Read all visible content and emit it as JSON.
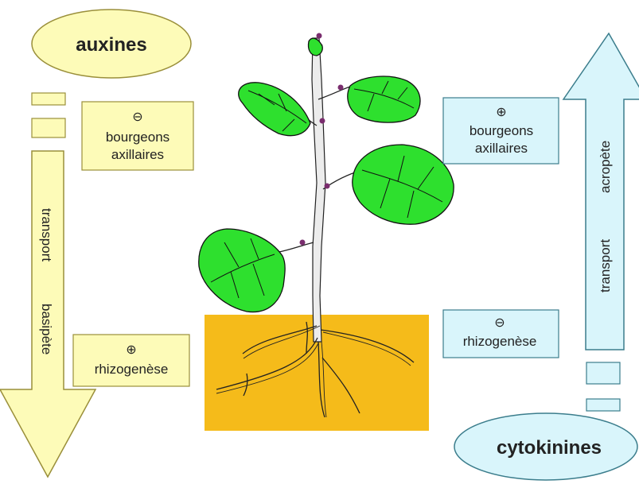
{
  "left_hormone": "auxines",
  "right_hormone": "cytokinines",
  "left_effects": {
    "buds_sign": "⊖",
    "buds_label_line1": "bourgeons",
    "buds_label_line2": "axillaires",
    "root_sign": "⊕",
    "root_label": "rhizogenèse"
  },
  "right_effects": {
    "buds_sign": "⊕",
    "buds_label_line1": "bourgeons",
    "buds_label_line2": "axillaires",
    "root_sign": "⊖",
    "root_label": "rhizogenèse"
  },
  "left_arrow": {
    "word1": "transport",
    "word2": "basipète"
  },
  "right_arrow": {
    "word1": "transport",
    "word2": "acropète"
  },
  "colors": {
    "yellow_fill": "#fdfbb8",
    "yellow_stroke": "#9a8f3a",
    "cyan_fill": "#d9f5fb",
    "cyan_stroke": "#3b7d8c",
    "leaf_fill": "#2ee02e",
    "leaf_stroke": "#111111",
    "soil_fill": "#f5bb1a",
    "stem_fill": "#ececec",
    "bud_fill": "#7a2d6e"
  }
}
